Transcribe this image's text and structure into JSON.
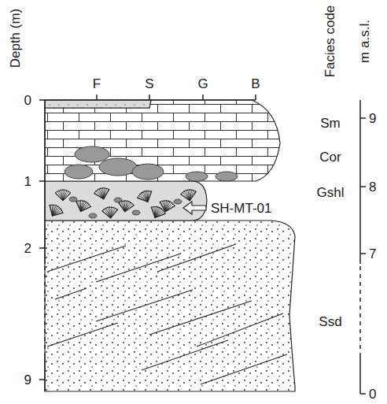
{
  "diagram": {
    "labels": [
      "Depth (m)",
      "0",
      "1",
      "2",
      "9",
      "F",
      "S",
      "G",
      "B",
      "Facies code",
      "Sm",
      "Cor",
      "Gshl",
      "Ssd",
      "m a.s.l.",
      "9",
      "8",
      "7",
      "0",
      "SH-MT-01"
    ]
  }
}
